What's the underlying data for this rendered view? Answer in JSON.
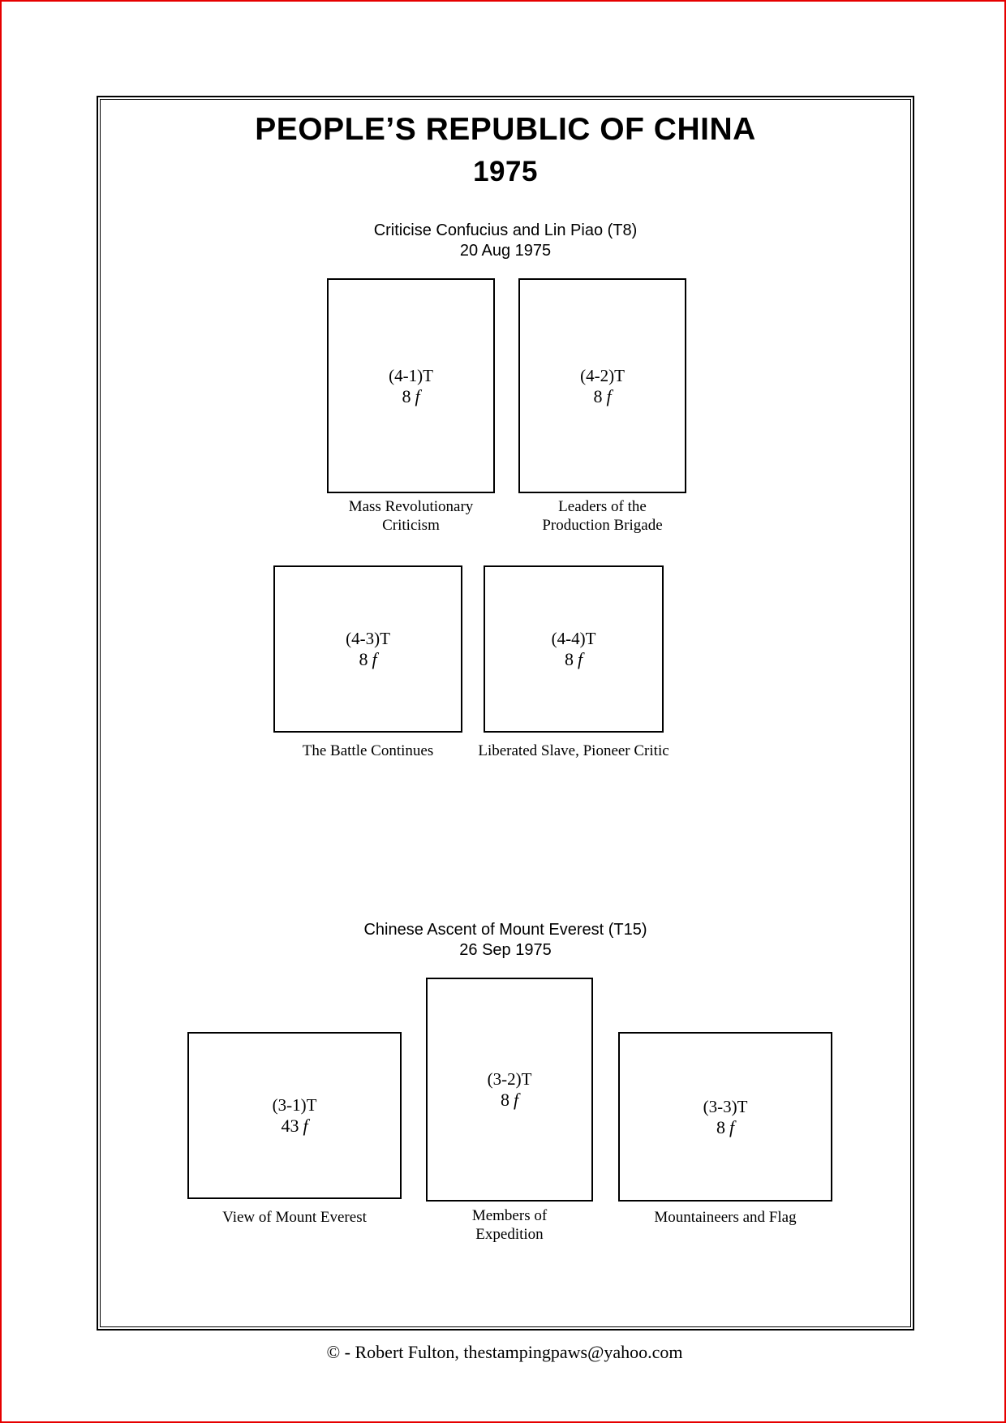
{
  "page": {
    "title_line1": "PEOPLE’S REPUBLIC OF CHINA",
    "title_line2": "1975",
    "edge_border_color": "#e60000",
    "frame_color": "#000000",
    "footer": "© -  Robert Fulton, thestampingpaws@yahoo.com"
  },
  "sections": [
    {
      "heading": "Criticise Confucius and Lin Piao (T8)",
      "date": "20 Aug 1975",
      "stamps": [
        {
          "code": "(4-1)T",
          "value": "8",
          "unit": "f",
          "caption": "Mass Revolutionary\nCriticism"
        },
        {
          "code": "(4-2)T",
          "value": "8",
          "unit": "f",
          "caption": "Leaders of the\nProduction Brigade"
        },
        {
          "code": "(4-3)T",
          "value": "8",
          "unit": "f",
          "caption": "The Battle Continues"
        },
        {
          "code": "(4-4)T",
          "value": "8",
          "unit": "f",
          "caption": "Liberated Slave, Pioneer Critic"
        }
      ]
    },
    {
      "heading": "Chinese Ascent of Mount Everest (T15)",
      "date": "26 Sep 1975",
      "stamps": [
        {
          "code": "(3-1)T",
          "value": "43",
          "unit": "f",
          "caption": "View of Mount Everest"
        },
        {
          "code": "(3-2)T",
          "value": "8",
          "unit": "f",
          "caption": "Members of\nExpedition"
        },
        {
          "code": "(3-3)T",
          "value": "8",
          "unit": "f",
          "caption": "Mountaineers and Flag"
        }
      ]
    }
  ]
}
